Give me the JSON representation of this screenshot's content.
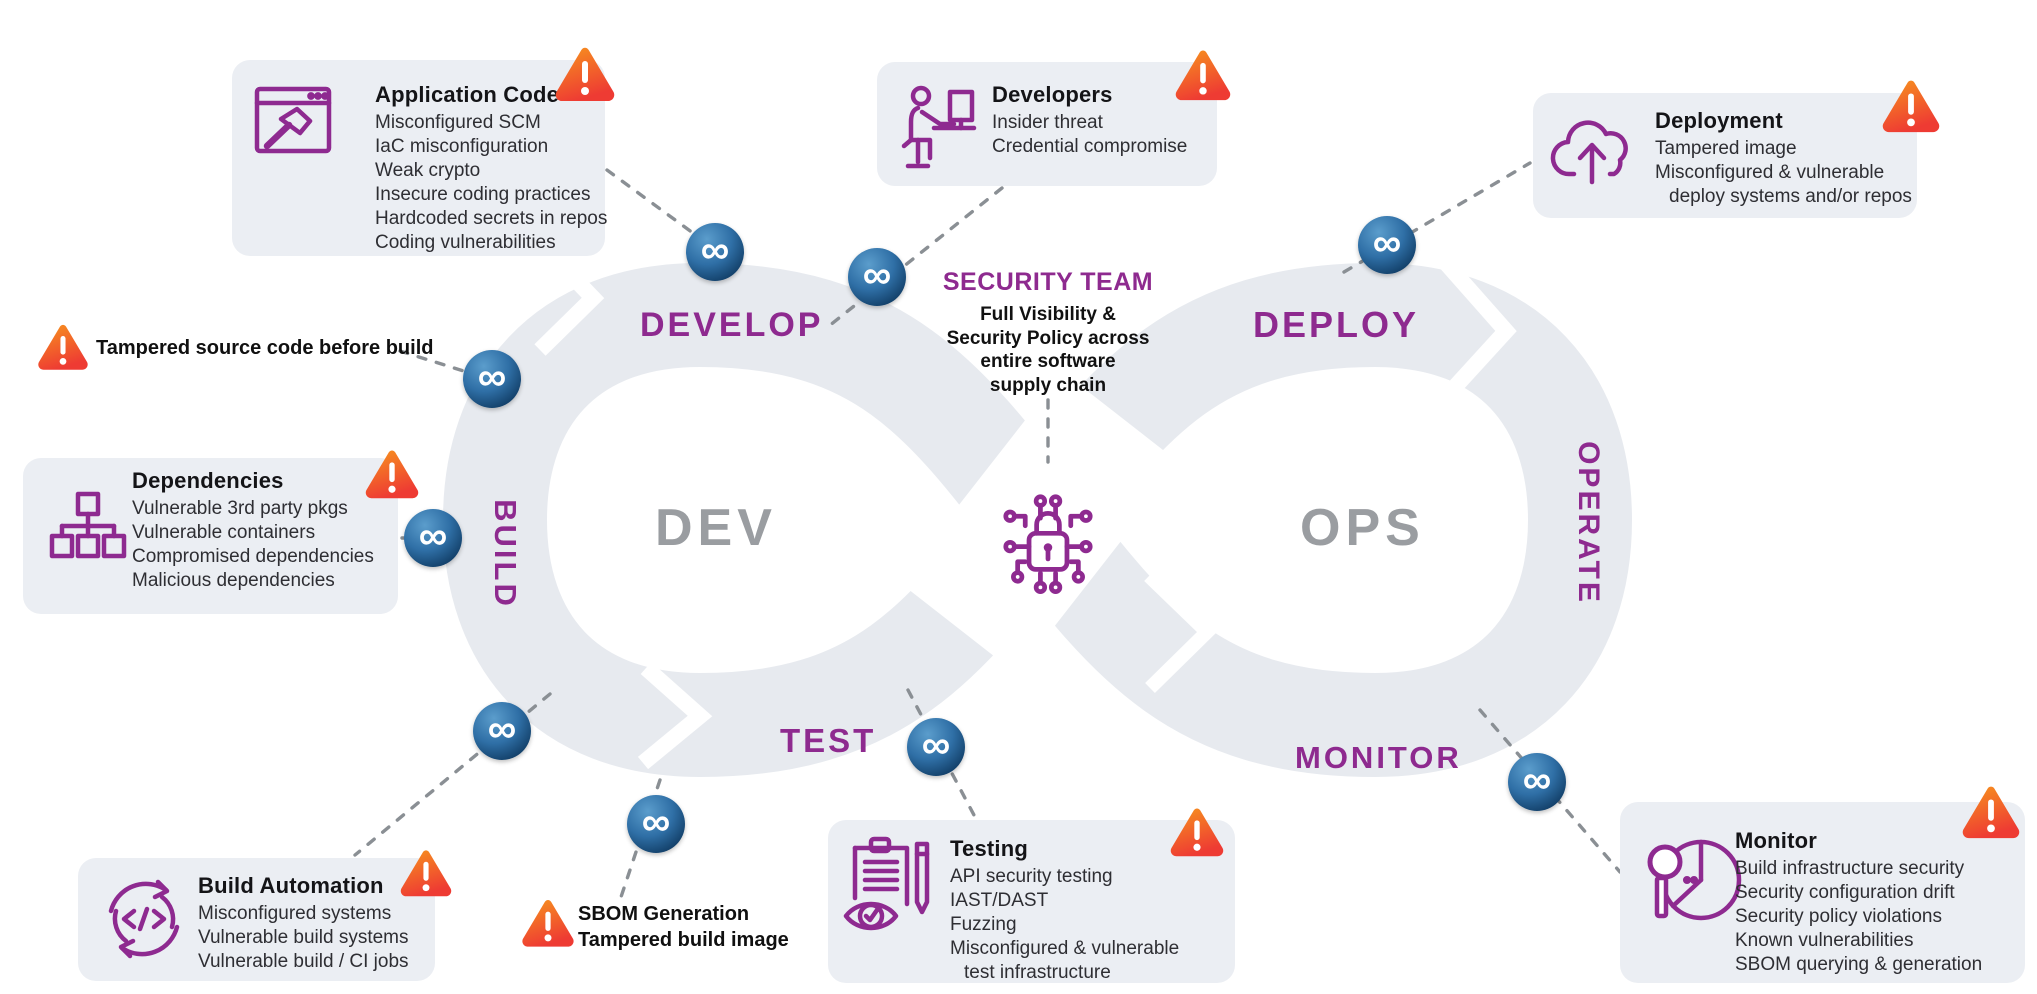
{
  "colors": {
    "purple": "#8e2a8f",
    "loop_gray": "#e7eaef",
    "box_bg": "#ebeef3",
    "devops_gray": "#9a9da1",
    "badge_blue_top": "#4a90c4",
    "badge_blue_bottom": "#0e3a61",
    "warning_orange": "#f7941e",
    "warning_red": "#ee3b33",
    "dash_gray": "#8a8f94"
  },
  "icons": {
    "infinity_glyph": "∞"
  },
  "phases": {
    "develop": "DEVELOP",
    "build": "BUILD",
    "test": "TEST",
    "deploy": "DEPLOY",
    "operate": "OPERATE",
    "monitor": "MONITOR"
  },
  "cycle": {
    "dev": "DEV",
    "ops": "OPS"
  },
  "security_team": {
    "title": "SECURITY TEAM",
    "lines": [
      "Full Visibility &",
      "Security Policy across",
      "entire software",
      "supply chain"
    ]
  },
  "floating_labels": {
    "tampered_source": "Tampered source code before build",
    "sbom_line1": "SBOM Generation",
    "sbom_line2": "Tampered build image"
  },
  "callouts": {
    "application_code": {
      "title": "Application Code",
      "items": [
        "Misconfigured SCM",
        "IaC misconfiguration",
        "Weak crypto",
        "Insecure coding practices",
        "Hardcoded secrets in repos",
        "Coding vulnerabilities"
      ]
    },
    "developers": {
      "title": "Developers",
      "items": [
        "Insider threat",
        "Credential compromise"
      ]
    },
    "deployment": {
      "title": "Deployment",
      "items": [
        "Tampered image",
        "Misconfigured & vulnerable",
        "deploy systems and/or repos"
      ]
    },
    "dependencies": {
      "title": "Dependencies",
      "items": [
        "Vulnerable 3rd party pkgs",
        "Vulnerable containers",
        "Compromised dependencies",
        "Malicious dependencies"
      ]
    },
    "build_automation": {
      "title": "Build Automation",
      "items": [
        "Misconfigured systems",
        "Vulnerable build systems",
        "Vulnerable build / CI jobs"
      ]
    },
    "testing": {
      "title": "Testing",
      "items": [
        "API security testing",
        "IAST/DAST",
        "Fuzzing",
        "Misconfigured & vulnerable",
        "test infrastructure"
      ]
    },
    "monitor": {
      "title": "Monitor",
      "items": [
        "Build infrastructure security",
        "Security configuration drift",
        "Security policy violations",
        "Known vulnerabilities",
        "SBOM querying & generation"
      ]
    }
  }
}
